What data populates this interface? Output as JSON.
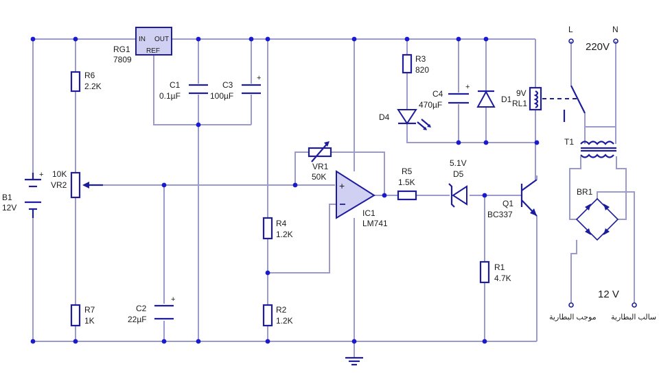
{
  "colors": {
    "wire": "#9a9ad0",
    "component": "#1c1c9c",
    "junction": "#1a1ad0",
    "text": "#1a1a1a"
  },
  "components": {
    "b1": {
      "ref": "B1",
      "value": "12V"
    },
    "r6": {
      "ref": "R6",
      "value": "2.2K"
    },
    "vr2": {
      "ref": "VR2",
      "value": "10K"
    },
    "r7": {
      "ref": "R7",
      "value": "1K"
    },
    "rg1": {
      "ref": "RG1",
      "value": "7809",
      "pin_in": "IN",
      "pin_out": "OUT",
      "pin_ref": "REF"
    },
    "c1": {
      "ref": "C1",
      "value": "0.1µF"
    },
    "c3": {
      "ref": "C3",
      "value": "100µF"
    },
    "c2": {
      "ref": "C2",
      "value": "22µF"
    },
    "r4": {
      "ref": "R4",
      "value": "1.2K"
    },
    "r2": {
      "ref": "R2",
      "value": "1.2K"
    },
    "vr1": {
      "ref": "VR1",
      "value": "50K"
    },
    "ic1": {
      "ref": "IC1",
      "value": "LM741"
    },
    "r3": {
      "ref": "R3",
      "value": "820"
    },
    "d4": {
      "ref": "D4"
    },
    "c4": {
      "ref": "C4",
      "value": "470µF"
    },
    "d1": {
      "ref": "D1"
    },
    "rl1": {
      "ref": "RL1",
      "value": "9V"
    },
    "r5": {
      "ref": "R5",
      "value": "1.5K"
    },
    "d5": {
      "ref": "D5",
      "value": "5.1V"
    },
    "q1": {
      "ref": "Q1",
      "value": "BC337"
    },
    "r1": {
      "ref": "R1",
      "value": "4.7K"
    },
    "t1": {
      "ref": "T1"
    },
    "br1": {
      "ref": "BR1"
    }
  },
  "mains": {
    "l": "L",
    "n": "N",
    "voltage": "220V"
  },
  "output": {
    "voltage": "12 V",
    "positive": "موجب البطارية",
    "negative": "سالب البطارية"
  },
  "polarity": "+"
}
